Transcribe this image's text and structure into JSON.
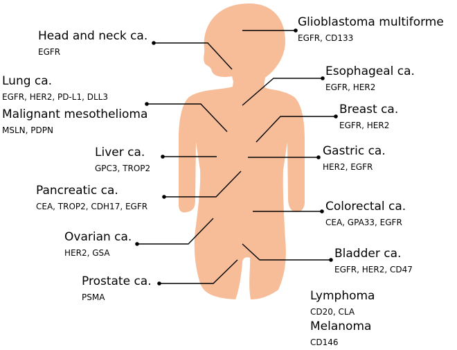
{
  "body_color": "#f6bd98",
  "line_color": "#000000",
  "cancers": [
    {
      "id": "head-and-neck",
      "name": "Head and neck ca.",
      "markers": "EGFR"
    },
    {
      "id": "glioblastoma",
      "name": "Glioblastoma multiforme",
      "markers": "EGFR, CD133"
    },
    {
      "id": "lung",
      "name": "Lung ca.",
      "markers": "EGFR, HER2, PD-L1, DLL3"
    },
    {
      "id": "esophageal",
      "name": "Esophageal ca.",
      "markers": "EGFR, HER2"
    },
    {
      "id": "mesothelioma",
      "name": "Malignant mesothelioma",
      "markers": "MSLN, PDPN"
    },
    {
      "id": "breast",
      "name": "Breast ca.",
      "markers": "EGFR, HER2"
    },
    {
      "id": "liver",
      "name": "Liver ca.",
      "markers": "GPC3, TROP2"
    },
    {
      "id": "gastric",
      "name": "Gastric ca.",
      "markers": "HER2, EGFR"
    },
    {
      "id": "pancreatic",
      "name": "Pancreatic ca.",
      "markers": "CEA, TROP2, CDH17, EGFR"
    },
    {
      "id": "colorectal",
      "name": "Colorectal ca.",
      "markers": "CEA, GPA33, EGFR"
    },
    {
      "id": "ovarian",
      "name": "Ovarian ca.",
      "markers": "HER2, GSA"
    },
    {
      "id": "bladder",
      "name": "Bladder ca.",
      "markers": "EGFR, HER2, CD47"
    },
    {
      "id": "prostate",
      "name": "Prostate ca.",
      "markers": "PSMA"
    },
    {
      "id": "lymphoma",
      "name": "Lymphoma",
      "markers": "CD20, CLA"
    },
    {
      "id": "melanoma",
      "name": "Melanoma",
      "markers": "CD146"
    }
  ]
}
